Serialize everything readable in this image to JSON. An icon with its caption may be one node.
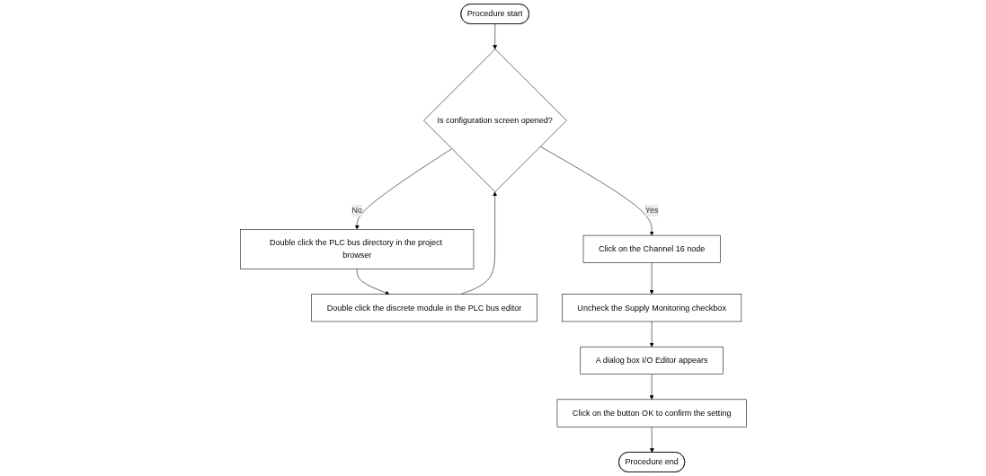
{
  "diagram": {
    "nodes": [
      {
        "text": [
          "Procedure start"
        ]
      },
      {
        "text": [
          "Is configuration screen opened?"
        ]
      },
      {
        "text": [
          "Double click the PLC bus directory in the project browser"
        ]
      },
      {
        "text": [
          "Double click the discrete module in the PLC bus editor"
        ]
      },
      {
        "text": [
          "Click on the Channel 16 node"
        ]
      },
      {
        "text": [
          "Uncheck the Supply Monitoring checkbox"
        ]
      },
      {
        "text": [
          "A dialog box I/O Editor appears"
        ]
      },
      {
        "text": [
          "Click on the button OK to confirm the setting"
        ]
      },
      {
        "text": [
          "Procedure end"
        ]
      }
    ],
    "edges": [
      {
        "from": 0,
        "to": 1,
        "arrow": "to"
      },
      {
        "from": 1,
        "to": 2,
        "label": "No",
        "arrow": "to"
      },
      {
        "from": 2,
        "to": 3,
        "arrow": "to"
      },
      {
        "from": 3,
        "to": 1,
        "arrow": "to"
      },
      {
        "from": 1,
        "to": 4,
        "label": "Yes",
        "arrow": "to"
      },
      {
        "from": 4,
        "to": 5,
        "arrow": "to"
      },
      {
        "from": 5,
        "to": 6,
        "arrow": "to"
      },
      {
        "from": 6,
        "to": 7,
        "arrow": "to"
      },
      {
        "from": 7,
        "to": 8,
        "arrow": "to"
      }
    ]
  }
}
